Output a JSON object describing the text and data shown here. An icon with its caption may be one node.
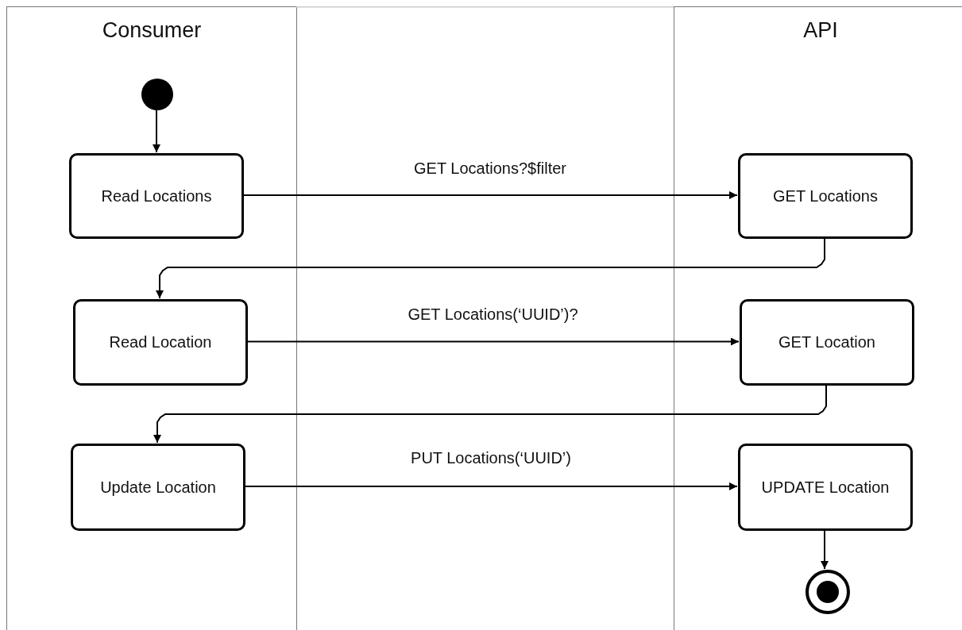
{
  "diagram": {
    "nodes": [
      {
        "text": [
          "Consumer"
        ]
      },
      {
        "text": [
          "API"
        ]
      },
      {
        "text": [],
        "shape": "circle",
        "in": 0
      },
      {
        "text": [
          "Read Locations"
        ],
        "in": 0
      },
      {
        "text": [
          "Read Location"
        ],
        "in": 0
      },
      {
        "text": [
          "Update Location"
        ],
        "in": 0
      },
      {
        "text": [
          "GET Locations"
        ],
        "in": 1
      },
      {
        "text": [
          "GET Location"
        ],
        "in": 1
      },
      {
        "text": [
          "UPDATE Location"
        ],
        "in": 1
      },
      {
        "text": [],
        "shape": "bullseye",
        "in": 1
      }
    ],
    "edges": [
      {
        "from": 2,
        "to": 3,
        "arrow": "to"
      },
      {
        "from": 3,
        "to": 6,
        "arrow": "to",
        "label": "GET Locations?$filter"
      },
      {
        "from": 6,
        "to": 4,
        "arrow": "to"
      },
      {
        "from": 4,
        "to": 7,
        "arrow": "to",
        "label": "GET Locations(‘UUID’)?"
      },
      {
        "from": 7,
        "to": 5,
        "arrow": "to"
      },
      {
        "from": 5,
        "to": 8,
        "arrow": "to",
        "label": "PUT Locations(‘UUID’)"
      },
      {
        "from": 8,
        "to": 9,
        "arrow": "to"
      }
    ]
  }
}
